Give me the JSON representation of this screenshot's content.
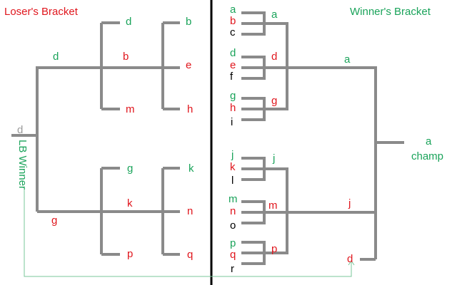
{
  "colors": {
    "line": "#8a8a8a",
    "divider": "#000000",
    "winner": "#1aa35a",
    "loser": "#e0161d",
    "eliminated": "#000000",
    "faded": "#9a9a9a",
    "arrow": "#7ac79a"
  },
  "loser_bracket": {
    "title": "Loser's Bracket",
    "winner_label": "LB Winner",
    "final_result": "d",
    "top_half": {
      "winner": "d",
      "left_branch": {
        "winner": "d",
        "result_label": "d",
        "loser": "m"
      },
      "right_branch": {
        "winner": "b",
        "top": "b",
        "mid": "e",
        "bottom": "h"
      }
    },
    "bottom_half": {
      "winner": "g",
      "left_branch": {
        "top": "g",
        "bottom": "p"
      },
      "right_branch": {
        "winner": "k",
        "top": "k",
        "mid": "n",
        "bottom": "q"
      }
    }
  },
  "winner_bracket": {
    "title": "Winner's Bracket",
    "champion": "a",
    "champion_label": "champ",
    "top_half_winner": "a",
    "bottom_half_winner": "j",
    "lb_entry": "d",
    "groups": [
      {
        "winner": "a",
        "entrants": [
          "a",
          "b",
          "c"
        ]
      },
      {
        "winner": "d",
        "entrants": [
          "d",
          "e",
          "f"
        ]
      },
      {
        "winner": "g",
        "entrants": [
          "g",
          "h",
          "i"
        ]
      },
      {
        "winner": "j",
        "entrants": [
          "j",
          "k",
          "l"
        ]
      },
      {
        "winner": "m",
        "entrants": [
          "m",
          "n",
          "o"
        ]
      },
      {
        "winner": "p",
        "entrants": [
          "p",
          "q",
          "r"
        ]
      }
    ]
  }
}
